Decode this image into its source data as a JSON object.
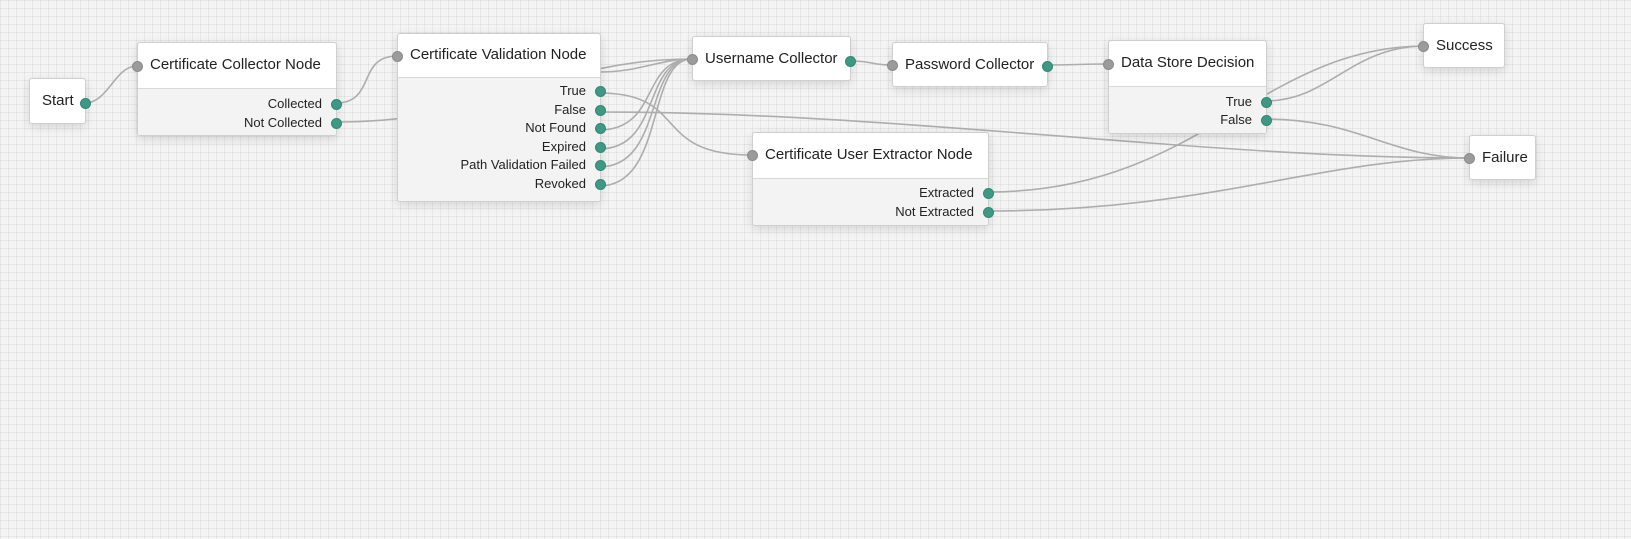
{
  "tree": {
    "start_label": "Start",
    "success_label": "Success",
    "failure_label": "Failure",
    "cert_collector": {
      "title": "Certificate Collector Node",
      "outcomes": [
        "Collected",
        "Not Collected"
      ]
    },
    "cert_validation": {
      "title": "Certificate Validation Node",
      "outcomes": [
        "True",
        "False",
        "Not Found",
        "Expired",
        "Path Validation Failed",
        "Revoked"
      ]
    },
    "username_collector": {
      "title": "Username Collector"
    },
    "password_collector": {
      "title": "Password Collector"
    },
    "data_store_decision": {
      "title": "Data Store Decision",
      "outcomes": [
        "True",
        "False"
      ]
    },
    "cert_user_extractor": {
      "title": "Certificate User Extractor Node",
      "outcomes": [
        "Extracted",
        "Not Extracted"
      ]
    }
  },
  "colors": {
    "output_port": "#3f9883",
    "input_port": "#9b9b9b",
    "connector": "#adadad"
  }
}
